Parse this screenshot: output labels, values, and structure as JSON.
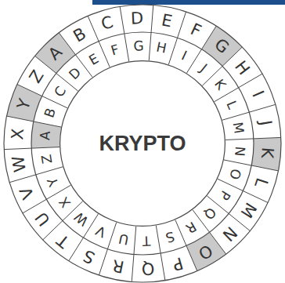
{
  "diagram": {
    "nodes": [
      {
        "text": [
          "KRYPTO"
        ]
      }
    ],
    "labels": [
      "A",
      "B",
      "C",
      "D",
      "E",
      "F",
      "G",
      "H",
      "I",
      "J",
      "K",
      "L",
      "M",
      "N",
      "O",
      "P",
      "Q",
      "R",
      "S",
      "T",
      "U",
      "V",
      "W",
      "X",
      "Y",
      "Z",
      "A",
      "B",
      "C",
      "D",
      "E",
      "F",
      "G",
      "H",
      "I",
      "J",
      "K",
      "L",
      "M",
      "N",
      "O",
      "P",
      "Q",
      "R",
      "S",
      "T",
      "U",
      "V",
      "W",
      "X",
      "Y",
      "Z"
    ]
  }
}
